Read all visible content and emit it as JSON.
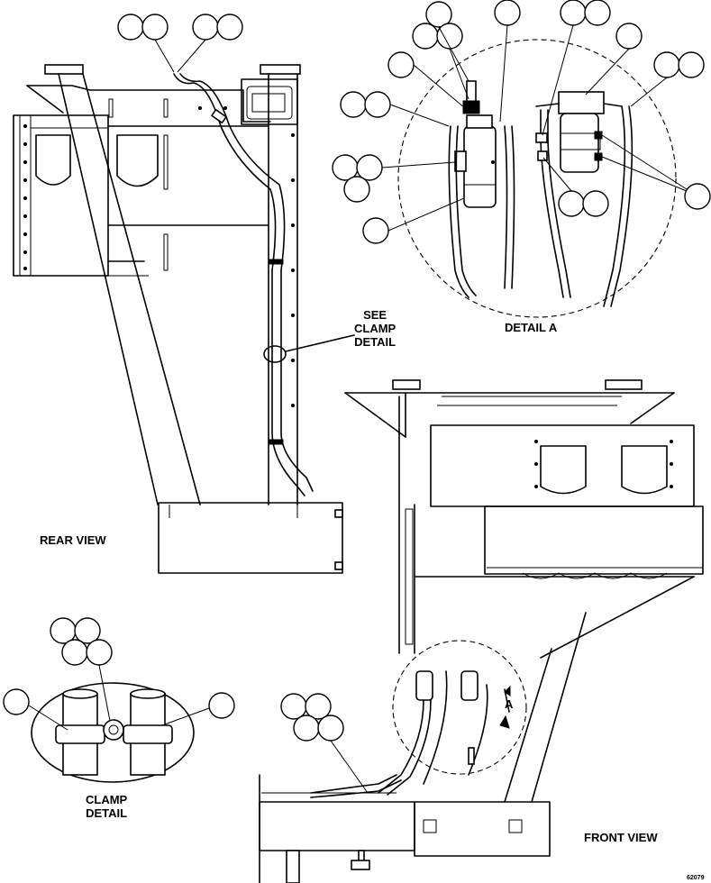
{
  "labels": {
    "rear_view": "REAR VIEW",
    "front_view": "FRONT VIEW",
    "detail_a": "DETAIL A",
    "clamp_detail_line1": "CLAMP",
    "clamp_detail_line2": "DETAIL",
    "see_clamp_line1": "SEE",
    "see_clamp_line2": "CLAMP",
    "see_clamp_line3": "DETAIL",
    "detail_marker": "A",
    "drawing_code": "62079"
  },
  "colors": {
    "ink": "#000000",
    "paper": "#ffffff"
  }
}
